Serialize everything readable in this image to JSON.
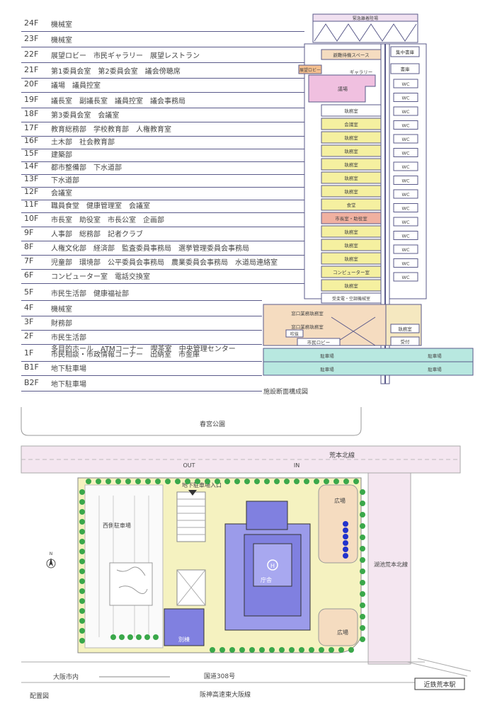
{
  "section": {
    "caption": "施設断面構成図",
    "floors": [
      {
        "label": "24F",
        "desc": "機械室"
      },
      {
        "label": "23F",
        "desc": "機械室"
      },
      {
        "label": "22F",
        "desc": "展望ロビー　市民ギャラリー　展望レストラン"
      },
      {
        "label": "21F",
        "desc": "第1委員会室　第2委員会室　議会傍聴席"
      },
      {
        "label": "20F",
        "desc": "議場　議員控室"
      },
      {
        "label": "19F",
        "desc": "議長室　副議長室　議員控室　議会事務局"
      },
      {
        "label": "18F",
        "desc": "第3委員会室　会議室"
      },
      {
        "label": "17F",
        "desc": "教育総務部　学校教育部　人権教育室"
      },
      {
        "label": "16F",
        "desc": "土木部　社会教育部"
      },
      {
        "label": "15F",
        "desc": "建築部"
      },
      {
        "label": "14F",
        "desc": "都市整備部　下水道部"
      },
      {
        "label": "13F",
        "desc": "下水道部"
      },
      {
        "label": "12F",
        "desc": "会議室"
      },
      {
        "label": "11F",
        "desc": "職員食堂　健康管理室　会議室"
      },
      {
        "label": "10F",
        "desc": "市長室　助役室　市長公室　企画部"
      },
      {
        "label": "9F",
        "desc": "人事部　総務部　記者クラブ"
      },
      {
        "label": "8F",
        "desc": "人権文化部　経済部　監査委員事務局　選挙管理委員会事務局"
      },
      {
        "label": "7F",
        "desc": "児童部　環境部　公平委員会事務局　農業委員会事務局　水道局連絡室"
      },
      {
        "label": "6F",
        "desc": "コンピューター室　電話交換室"
      },
      {
        "label": "5F",
        "desc": "市民生活部　健康福祉部"
      },
      {
        "label": "4F",
        "desc": "機械室"
      },
      {
        "label": "3F",
        "desc": "財務部"
      },
      {
        "label": "2F",
        "desc": "市民生活部"
      },
      {
        "label": "1F",
        "desc": "市民相談・市政情報コーナー　出納室　市金庫"
      },
      {
        "label": "B1F",
        "desc": "地下駐車場"
      },
      {
        "label": "B2F",
        "desc": "地下駐車場"
      }
    ],
    "floor1_line2": "多目的ホール　ATMコーナー　喫茶室　中央管理センター",
    "tower": {
      "top": "緊急離着陸場",
      "evac": "避難待機スペース",
      "store": "集中書庫",
      "view_lobby": "展望ロビー",
      "gallery": "ギャラリー",
      "library": "書庫",
      "assembly": "議場",
      "wc": "WC",
      "offices": [
        "執務室",
        "会議室",
        "執務室",
        "執務室",
        "執務室",
        "執務室",
        "執務室",
        "食堂",
        "市長室・助役室",
        "執務室",
        "執務室",
        "執務室",
        "コンピューター室",
        "執務室"
      ],
      "mech4": "受変電・空調機械室",
      "window3": "窓口業務執務室",
      "window2": "窓口業務執務室",
      "atrium": "吹抜",
      "lobby": "市民ロビー",
      "office_low": "執務室",
      "reception": "受付",
      "parking": "駐車場"
    }
  },
  "siteplan": {
    "caption": "配置図",
    "park": "春宮公園",
    "road_north": "荒本北線",
    "road_east": "湖池荒本北線",
    "road_south1": "国道308号",
    "road_south2": "阪神高速東大阪線",
    "osaka": "大阪市内",
    "station": "近鉄荒本駅",
    "out_label": "OUT",
    "in_label": "IN",
    "parking_entrance": "地下駐車場入口",
    "west_parking": "西側駐車場",
    "main_building": "庁舎",
    "annex": "別棟",
    "plaza1": "広場",
    "plaza2": "広場",
    "north_mark": "N",
    "heliport": "H"
  },
  "colors": {
    "line": "#5a5a8a",
    "office": "#f5f0a0",
    "assembly": "#f0c0e0",
    "mayor": "#f0b0a0",
    "parking": "#b8e8e0",
    "podium": "#f5dcc0",
    "building": "#8080e0",
    "tree": "#3aa84a",
    "road": "#f4e6f0",
    "ground": "#f5f2c0"
  }
}
